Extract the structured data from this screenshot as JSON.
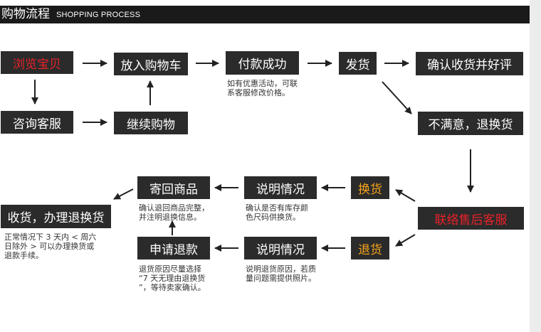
{
  "header": {
    "title_cn": "购物流程",
    "title_en": "SHOPPING PROCESS"
  },
  "steps": {
    "browse": "浏览宝贝",
    "add_cart": "放入购物车",
    "payment_success": "付款成功",
    "ship": "发货",
    "confirm_receipt": "确认收货并好评",
    "consult_service": "咨询客服",
    "continue_shopping": "继续购物",
    "unsatisfied": "不满意，退换货",
    "contact_aftersale": "联络售后客服",
    "exchange": "换货",
    "explain_exchange": "说明情况",
    "send_back": "寄回商品",
    "receive_process": "收货，办理退换货",
    "return": "退货",
    "explain_return": "说明情况",
    "apply_refund": "申请退款"
  },
  "notes": {
    "payment": "如有优惠活动，可联\n系客服修改价格。",
    "exchange": "确认是否有库存颜\n色尺码供换货。",
    "send_back": "确认退回商品完整，\n并注明退换信息。",
    "receive": "正常情况下 3 天内 < 周六\n日除外 > 可以办理换货或\n退款手续。",
    "return": "说明退货原因，若质\n量问题需提供照片。",
    "refund": "退货原因尽量选择\n“7 天无理由退换货\n”，等待卖家确认。"
  },
  "colors": {
    "box_bg": "#2b2b2b",
    "red": "#e8222a",
    "orange": "#f6a41d",
    "header_bg": "#1a1a1a"
  }
}
